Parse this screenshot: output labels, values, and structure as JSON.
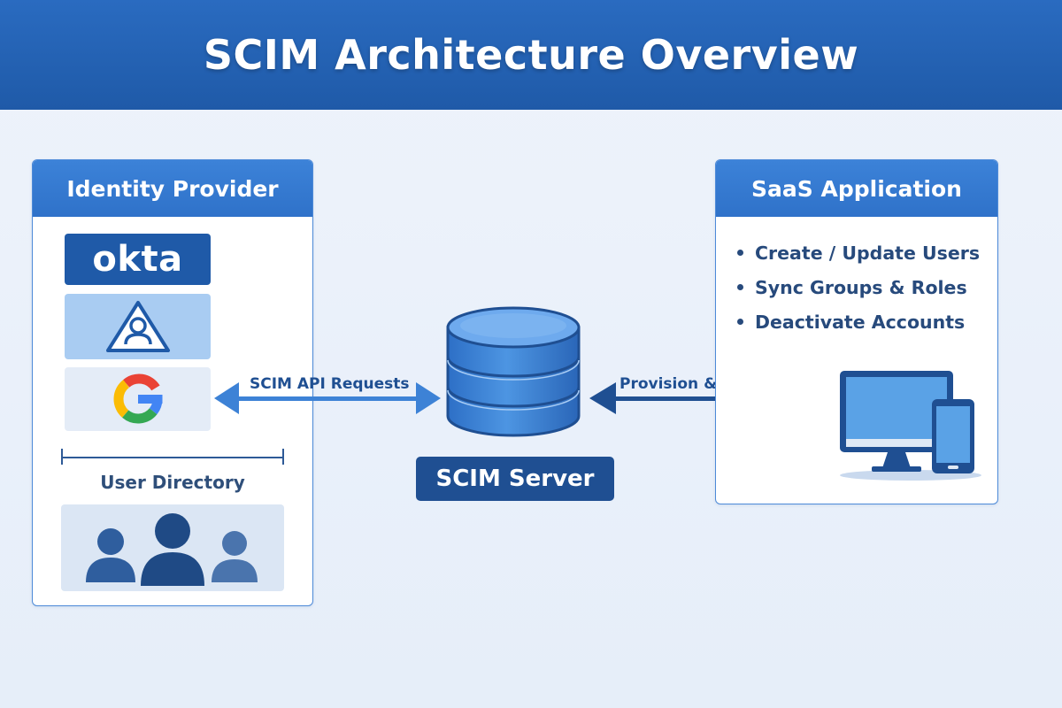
{
  "header": {
    "title": "SCIM Architecture Overview"
  },
  "identity_provider": {
    "title": "Identity Provider",
    "providers": [
      {
        "name": "okta",
        "icon": "okta-logo"
      },
      {
        "name": "",
        "icon": "azure-user-triangle-icon"
      },
      {
        "name": "",
        "icon": "google-g-logo"
      }
    ],
    "user_directory": {
      "label": "User Directory",
      "icon": "users-group-icon"
    }
  },
  "scim_server": {
    "label": "SCIM Server",
    "icon": "database-icon"
  },
  "flows": {
    "left_label": "SCIM API Requests",
    "right_label": "Provision & Sync Data"
  },
  "saas_application": {
    "title": "SaaS Application",
    "features": [
      "Create / Update Users",
      "Sync Groups & Roles",
      "Deactivate Accounts"
    ],
    "devices_icon": "desktop-and-phone-icon"
  },
  "colors": {
    "header_bg": "#1f5aa8",
    "panel_title_bg": "#3c82d8",
    "accent_dark": "#1f4f92",
    "database_blue": "#3e85d6"
  }
}
